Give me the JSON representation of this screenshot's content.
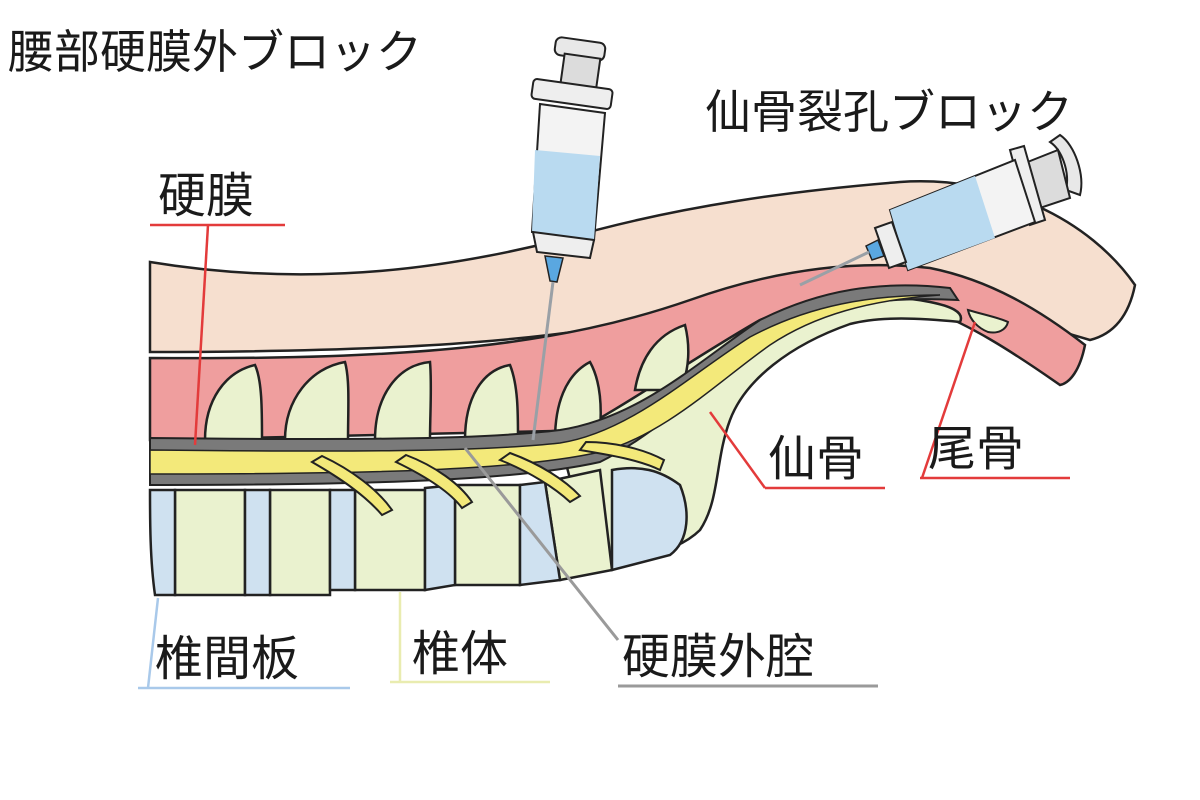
{
  "labels": {
    "lumbar_block": "腰部硬膜外ブロック",
    "sacral_block": "仙骨裂孔ブロック",
    "dura": "硬膜",
    "sacrum": "仙骨",
    "coccyx": "尾骨",
    "disc": "椎間板",
    "vertebral_body": "椎体",
    "epidural_space": "硬膜外腔"
  },
  "colors": {
    "skin": "#f6dfcf",
    "muscle": "#ef9e9e",
    "bone": "#eaf2cf",
    "disc": "#cfe1f0",
    "nerve": "#f3e97a",
    "dura": "#7a7a7a",
    "label_line_red": "#e33b3b",
    "label_line_blue": "#a9c9ea",
    "label_line_yellow": "#e9ecb0",
    "label_line_gray": "#9a9a9a",
    "syringe_fluid": "#b9daf0",
    "needle": "#9aa0a6"
  }
}
